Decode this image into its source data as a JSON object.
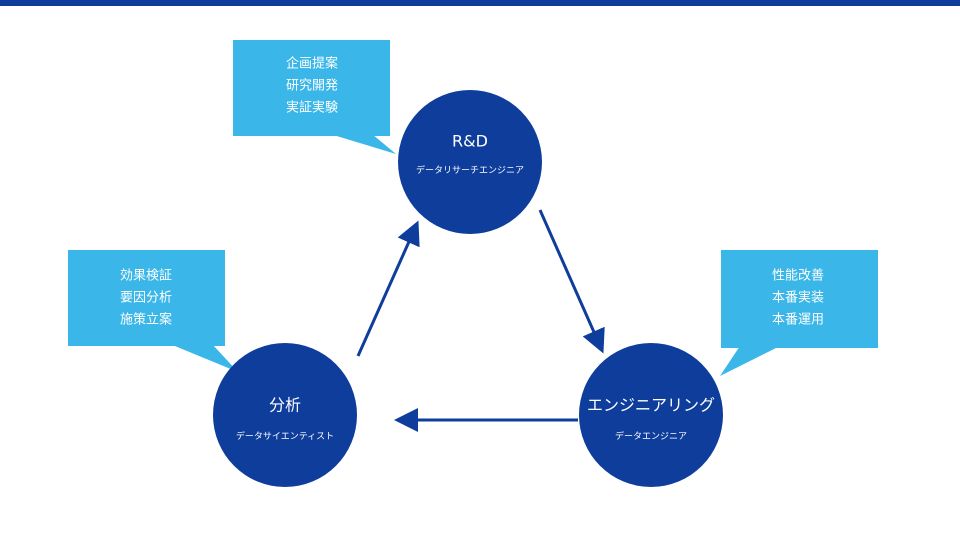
{
  "colors": {
    "circle": "#0e3d9c",
    "arrow": "#0e3d9c",
    "callout": "#3ab7e8",
    "top_bar": "#0e3d9c"
  },
  "nodes": {
    "rd": {
      "title": "R&D",
      "subtitle": "データリサーチエンジニア"
    },
    "engineering": {
      "title": "エンジニアリング",
      "subtitle": "データエンジニア"
    },
    "analysis": {
      "title": "分析",
      "subtitle": "データサイエンティスト"
    }
  },
  "callouts": {
    "rd": [
      "企画提案",
      "研究開発",
      "実証実験"
    ],
    "engineering": [
      "性能改善",
      "本番実装",
      "本番運用"
    ],
    "analysis": [
      "効果検証",
      "要因分析",
      "施策立案"
    ]
  }
}
